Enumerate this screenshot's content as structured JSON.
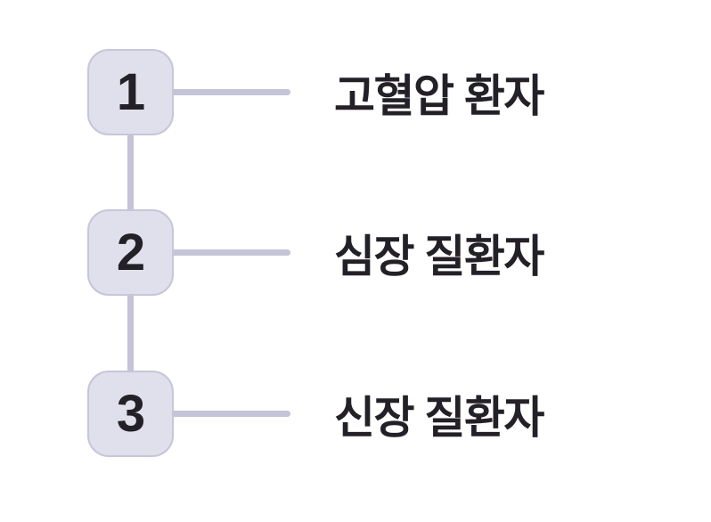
{
  "diagram": {
    "type": "numbered-step-list",
    "background": "#ffffff",
    "colors": {
      "box_fill": "#e0dfec",
      "box_border": "#c7c5d9",
      "connector_line": "#c5c3d6",
      "text": "#232127"
    },
    "steps": [
      {
        "number": "1",
        "label": "고혈압 환자"
      },
      {
        "number": "2",
        "label": "심장 질환자"
      },
      {
        "number": "3",
        "label": "신장 질환자"
      }
    ]
  }
}
